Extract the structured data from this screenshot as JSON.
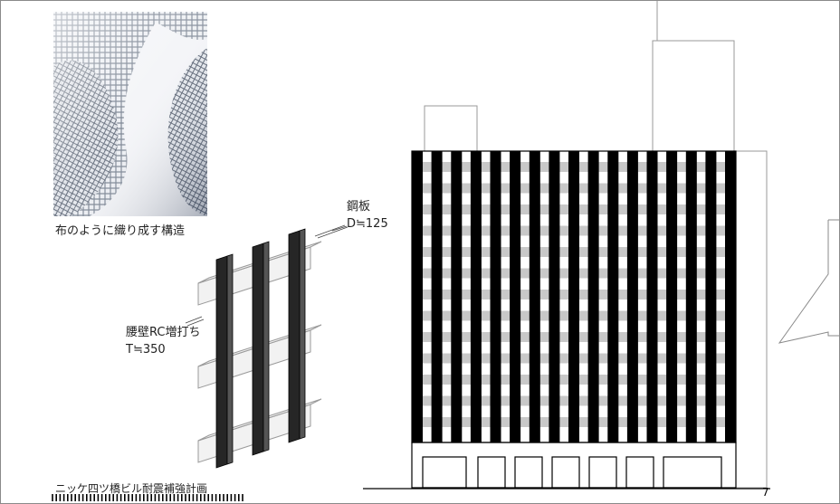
{
  "texts": {
    "caption": "布のように織り成す構造",
    "steel_name": "鋼板",
    "steel_dim": "D≒125",
    "wall_name": "腰壁RC増打ち",
    "wall_dim": "T≒350",
    "project_title": "ニッケ四ツ橋ビル耐震補強計画",
    "page_number": "7"
  },
  "images": {
    "fabric_photo": "woven-mesh-fabric-photo"
  },
  "colors": {
    "column": "#000000",
    "band": "#c8c8c8",
    "outline": "#6e6e6e",
    "frame": "#8a8a8a"
  }
}
